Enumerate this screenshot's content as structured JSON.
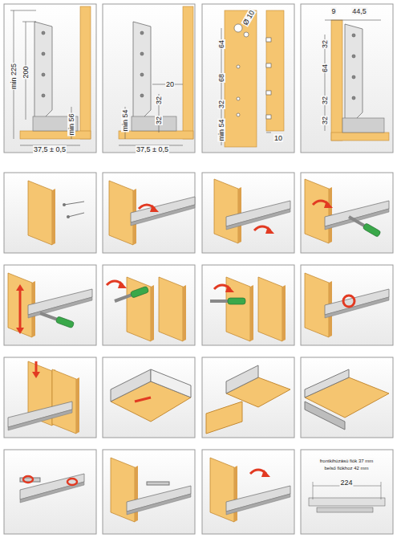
{
  "diagram": {
    "labels": [
      "min 225",
      "200",
      "min 56",
      "37,5 ± 0,5",
      "20",
      "32",
      "32",
      "min 54",
      "37,5 ± 0,5",
      "Ø 10",
      "64",
      "68",
      "32",
      "min 54",
      "10",
      "9",
      "44,5",
      "32",
      "64",
      "32",
      "32",
      "frontkihúzású fiók 37 mm",
      "belső fiókhoz 42 mm",
      "224"
    ]
  }
}
